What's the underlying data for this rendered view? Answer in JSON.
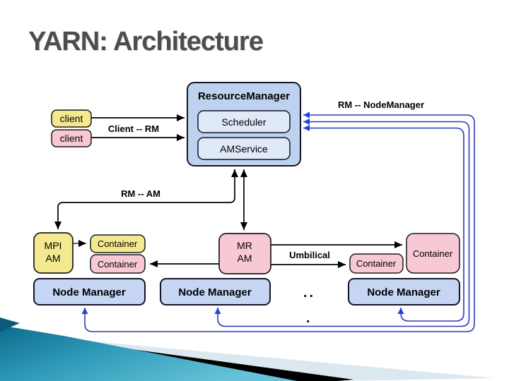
{
  "slide": {
    "title": "YARN: Architecture"
  },
  "diagram": {
    "resource_manager": {
      "title": "ResourceManager",
      "scheduler": "Scheduler",
      "amservice": "AMService"
    },
    "clients": {
      "top": "client",
      "bottom": "client"
    },
    "labels": {
      "client_rm": "Client -- RM",
      "rm_nodemanager": "RM -- NodeManager",
      "rm_am": "RM -- AM",
      "umbilical": "Umbilical"
    },
    "apps": {
      "mpi_am": {
        "line1": "MPI",
        "line2": "AM"
      },
      "mr_am": {
        "line1": "MR",
        "line2": "AM"
      }
    },
    "containers": {
      "mpi_container": "Container",
      "mr_container_left": "Container",
      "mr_container_mid": "Container",
      "mr_container_right": "Container"
    },
    "node_managers": {
      "nm1": "Node Manager",
      "nm2": "Node Manager",
      "nm3": "Node Manager"
    },
    "ellipsis": {
      "top": "..",
      "bottom": "."
    },
    "colors": {
      "rm_fill": "#bdd2ef",
      "rm_inner_fill": "#dfe9f8",
      "yellow_fill": "#f4e98e",
      "pink_fill": "#f8c9d4",
      "nm_fill": "#c5d5f3",
      "blue_line": "#2b3ab2",
      "blue_arrow": "#2340dd",
      "title_gray": "#4d4d4d",
      "teal_accent": "#1d89aa"
    }
  }
}
